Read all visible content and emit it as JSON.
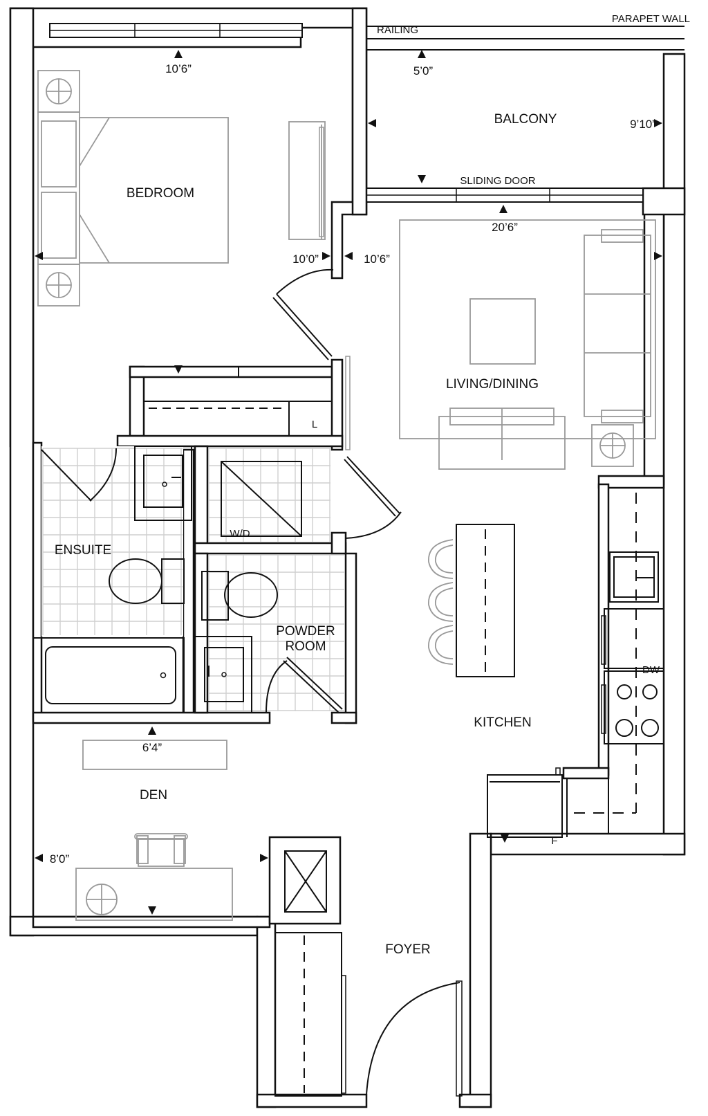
{
  "rooms": {
    "bedroom": "BEDROOM",
    "balcony": "BALCONY",
    "living_dining": "LIVING/DINING",
    "ensuite": "ENSUITE",
    "powder_room_line1": "POWDER",
    "powder_room_line2": "ROOM",
    "kitchen": "KITCHEN",
    "den": "DEN",
    "foyer": "FOYER"
  },
  "annotations": {
    "parapet_wall": "PARAPET WALL",
    "railing": "RAILING",
    "sliding_door": "SLIDING DOOR",
    "washer_dryer": "W/D",
    "linen": "L",
    "dishwasher": "DW",
    "fridge": "F"
  },
  "dimensions": {
    "bedroom_width": "10’6”",
    "bedroom_length": "10’0”",
    "balcony_depth": "5’0”",
    "balcony_width": "9’10”",
    "living_width": "20’6”",
    "living_length": "10’6”",
    "den_depth": "6’4”",
    "den_width": "8’0”"
  }
}
